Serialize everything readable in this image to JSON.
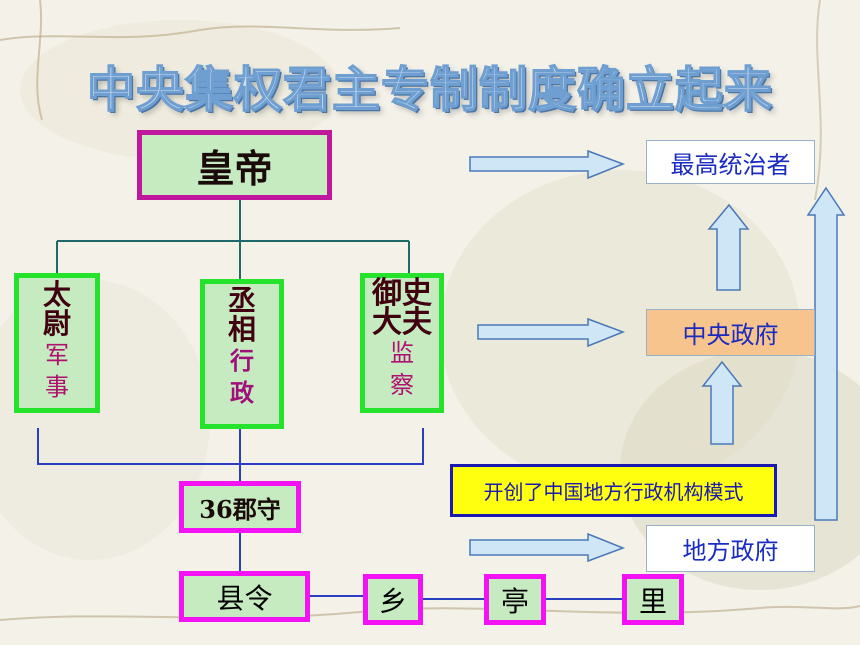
{
  "title": "中央集权君主专制制度确立起来",
  "emperor": "皇帝",
  "officials": [
    {
      "name": "太尉",
      "duty": "军事"
    },
    {
      "name": "丞相",
      "duty": "行政"
    },
    {
      "name": "御史大夫",
      "duty": "监察"
    }
  ],
  "commandery": "36郡守",
  "local_levels": [
    "县令",
    "乡",
    "亭",
    "里"
  ],
  "labels": {
    "supreme": "最高统治者",
    "central": "中央政府",
    "local": "地方政府",
    "pioneer": "开创了中国地方行政机构模式"
  },
  "colors": {
    "box_fill": "#c6ebc1",
    "emperor_border": "#c0189d",
    "official_border": "#25e32a",
    "local_border": "#f312f3",
    "arrow_fill": "#cfe6f7",
    "arrow_stroke": "#4a78b8",
    "central_fill": "#f7c48e",
    "pioneer_fill": "#ffff10"
  }
}
